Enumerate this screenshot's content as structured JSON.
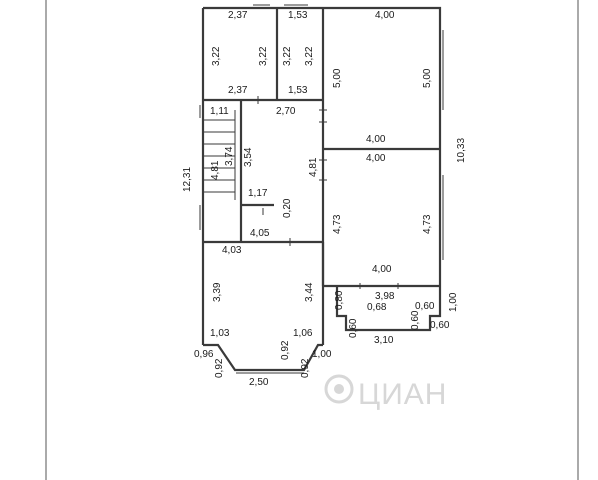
{
  "labels": {
    "t_237_top": "2,37",
    "t_153_top": "1,53",
    "t_400_top": "4,00",
    "t_322_a": "3,22",
    "t_322_b": "3,22",
    "t_322_c": "3,22",
    "t_322_d": "3,22",
    "t_500_a": "5,00",
    "t_500_b": "5,00",
    "t_237_mid": "2,37",
    "t_153_mid": "1,53",
    "t_111": "1,11",
    "t_270": "2,70",
    "t_400_mid": "4,00",
    "t_1033": "10,33",
    "t_400_mid2": "4,00",
    "t_354": "3,54",
    "t_374": "3,74",
    "t_481_a": "4,81",
    "t_481_b": "4,81",
    "t_1231": "12,31",
    "t_117": "1,17",
    "t_020": "0,20",
    "t_473_a": "4,73",
    "t_473_b": "4,73",
    "t_405": "4,05",
    "t_403": "4,03",
    "t_400_low": "4,00",
    "t_339": "3,39",
    "t_344": "3,44",
    "t_080": "0,80",
    "t_068": "0,68",
    "t_398": "3,98",
    "t_060_a": "0,60",
    "t_100_r": "1,00",
    "t_060_b": "0,60",
    "t_060_c": "0,60",
    "t_060_d": "0,60",
    "t_103": "1,03",
    "t_106": "1,06",
    "t_310": "3,10",
    "t_096": "0,96",
    "t_092_a": "0,92",
    "t_092_b": "0,92",
    "t_092_c": "0,92",
    "t_100_b": "1,00",
    "t_250": "2,50"
  },
  "watermark": {
    "text": "ЦИАН"
  },
  "colors": {
    "wall": "#3a3a3a",
    "text": "#1a1a1a",
    "watermark": "#d7d7d7"
  }
}
